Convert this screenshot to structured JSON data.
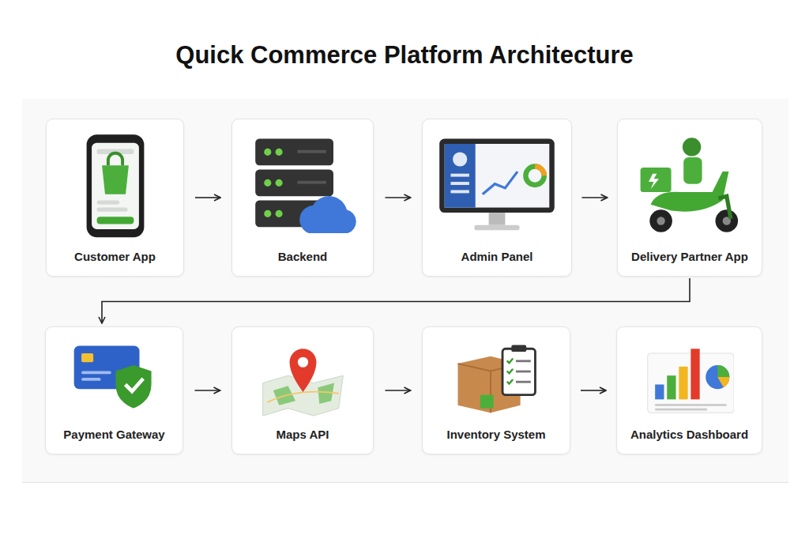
{
  "diagram": {
    "title": "Quick Commerce Platform Architecture",
    "nodes": [
      {
        "text": [
          "Customer App"
        ]
      },
      {
        "text": [
          "Backend"
        ]
      },
      {
        "text": [
          "Admin Panel"
        ]
      },
      {
        "text": [
          "Delivery Partner App"
        ]
      },
      {
        "text": [
          "Payment Gateway"
        ]
      },
      {
        "text": [
          "Maps API"
        ]
      },
      {
        "text": [
          "Inventory System"
        ]
      },
      {
        "text": [
          "Analytics Dashboard"
        ]
      }
    ],
    "edges": [
      {
        "from": 0,
        "to": 1,
        "arrow": "to"
      },
      {
        "from": 1,
        "to": 2,
        "arrow": "to"
      },
      {
        "from": 2,
        "to": 3,
        "arrow": "to"
      },
      {
        "from": 3,
        "to": 4,
        "arrow": "to"
      },
      {
        "from": 4,
        "to": 5,
        "arrow": "to"
      },
      {
        "from": 5,
        "to": 6,
        "arrow": "to"
      },
      {
        "from": 6,
        "to": 7,
        "arrow": "to"
      }
    ]
  }
}
